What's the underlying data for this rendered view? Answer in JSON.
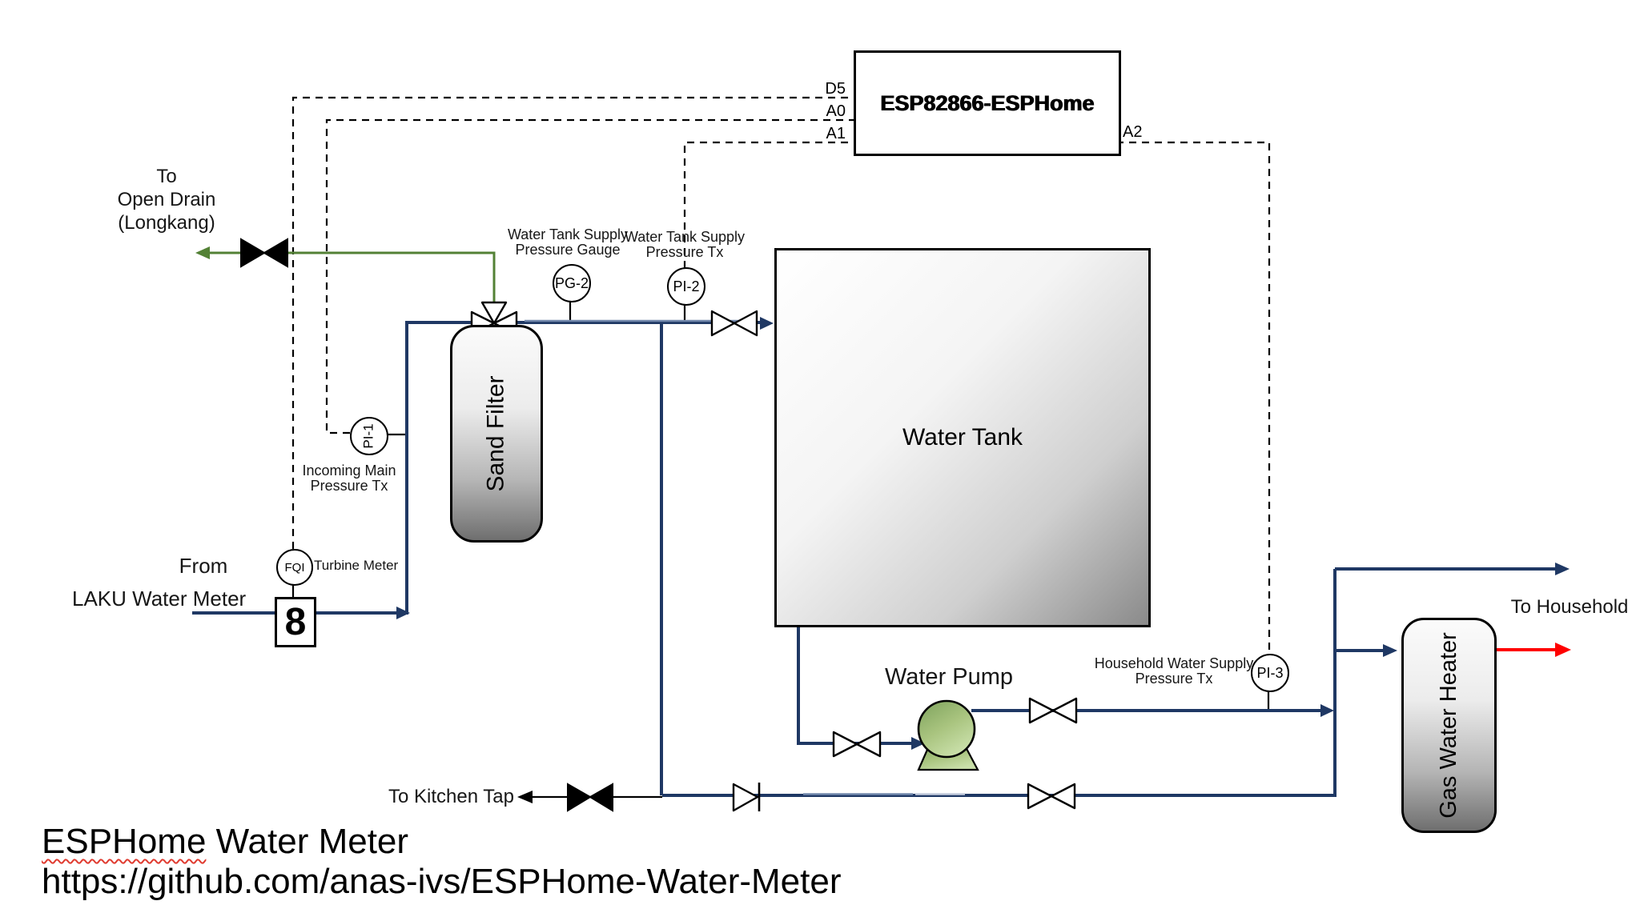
{
  "colors": {
    "pipe_navy": "#1f3864",
    "pipe_steel": "#7288ac",
    "pipe_pale": "#c2cbdc",
    "signal_dashed": "#000000",
    "drain_green": "#538135",
    "hot_red": "#ff0000",
    "pump_green": "#a9c47f",
    "valve_fill": "#ffffff",
    "valve_solid": "#000000"
  },
  "controller": {
    "label": "ESP82866-ESPHome",
    "pin_d5": "D5",
    "pin_a0": "A0",
    "pin_a1": "A1",
    "pin_a2": "A2"
  },
  "equipment": {
    "sand_filter": "Sand Filter",
    "water_tank": "Water Tank",
    "water_pump": "Water Pump",
    "gas_water_heater": "Gas Water Heater",
    "turbine_meter_glyph": "8"
  },
  "instruments": {
    "fqi": {
      "tag": "FQI",
      "label": "Turbine Meter"
    },
    "pi1": {
      "tag": "PI-1",
      "label_line1": "Incoming Main",
      "label_line2": "Pressure Tx"
    },
    "pg2": {
      "tag": "PG-2",
      "label_line1": "Water Tank Supply",
      "label_line2": "Pressure Gauge"
    },
    "pi2": {
      "tag": "PI-2",
      "label_line1": "Water Tank Supply",
      "label_line2": "Pressure Tx"
    },
    "pi3": {
      "tag": "PI-3",
      "label_line1": "Household Water Supply",
      "label_line2": "Pressure Tx"
    }
  },
  "streams": {
    "source_line1": "From",
    "source_line2": "LAKU Water Meter",
    "drain_line1": "To",
    "drain_line2": "Open Drain",
    "drain_line3": "(Longkang)",
    "kitchen": "To Kitchen Tap",
    "household": "To Household"
  },
  "footer": {
    "title_word": "ESPHome",
    "title_rest": " Water Meter",
    "url": "https://github.com/anas-ivs/ESPHome-Water-Meter"
  }
}
